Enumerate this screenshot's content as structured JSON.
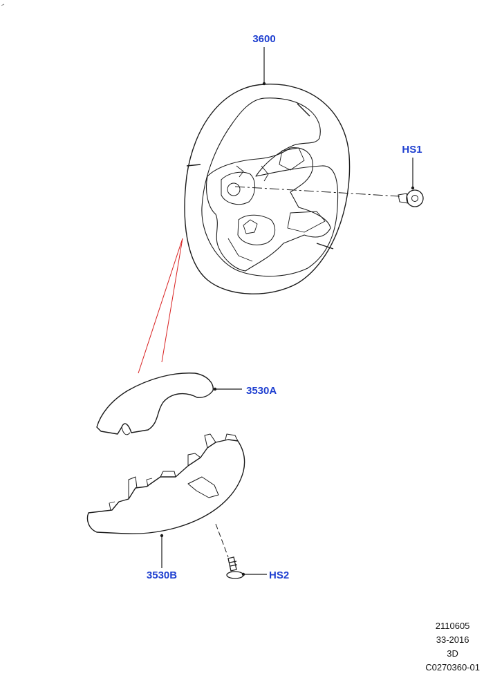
{
  "callouts": {
    "wheel": "3600",
    "screw": "HS1",
    "upper_cover": "3530A",
    "lower_cover": "3530B",
    "clip": "HS2"
  },
  "reference": {
    "line1": "2110605",
    "line2": "33-2016",
    "line3": "3D",
    "line4": "C0270360-01"
  },
  "colors": {
    "callout_text": "#1e3fd0",
    "linework": "#1a1a1a",
    "assembly_guide": "#d82020"
  }
}
